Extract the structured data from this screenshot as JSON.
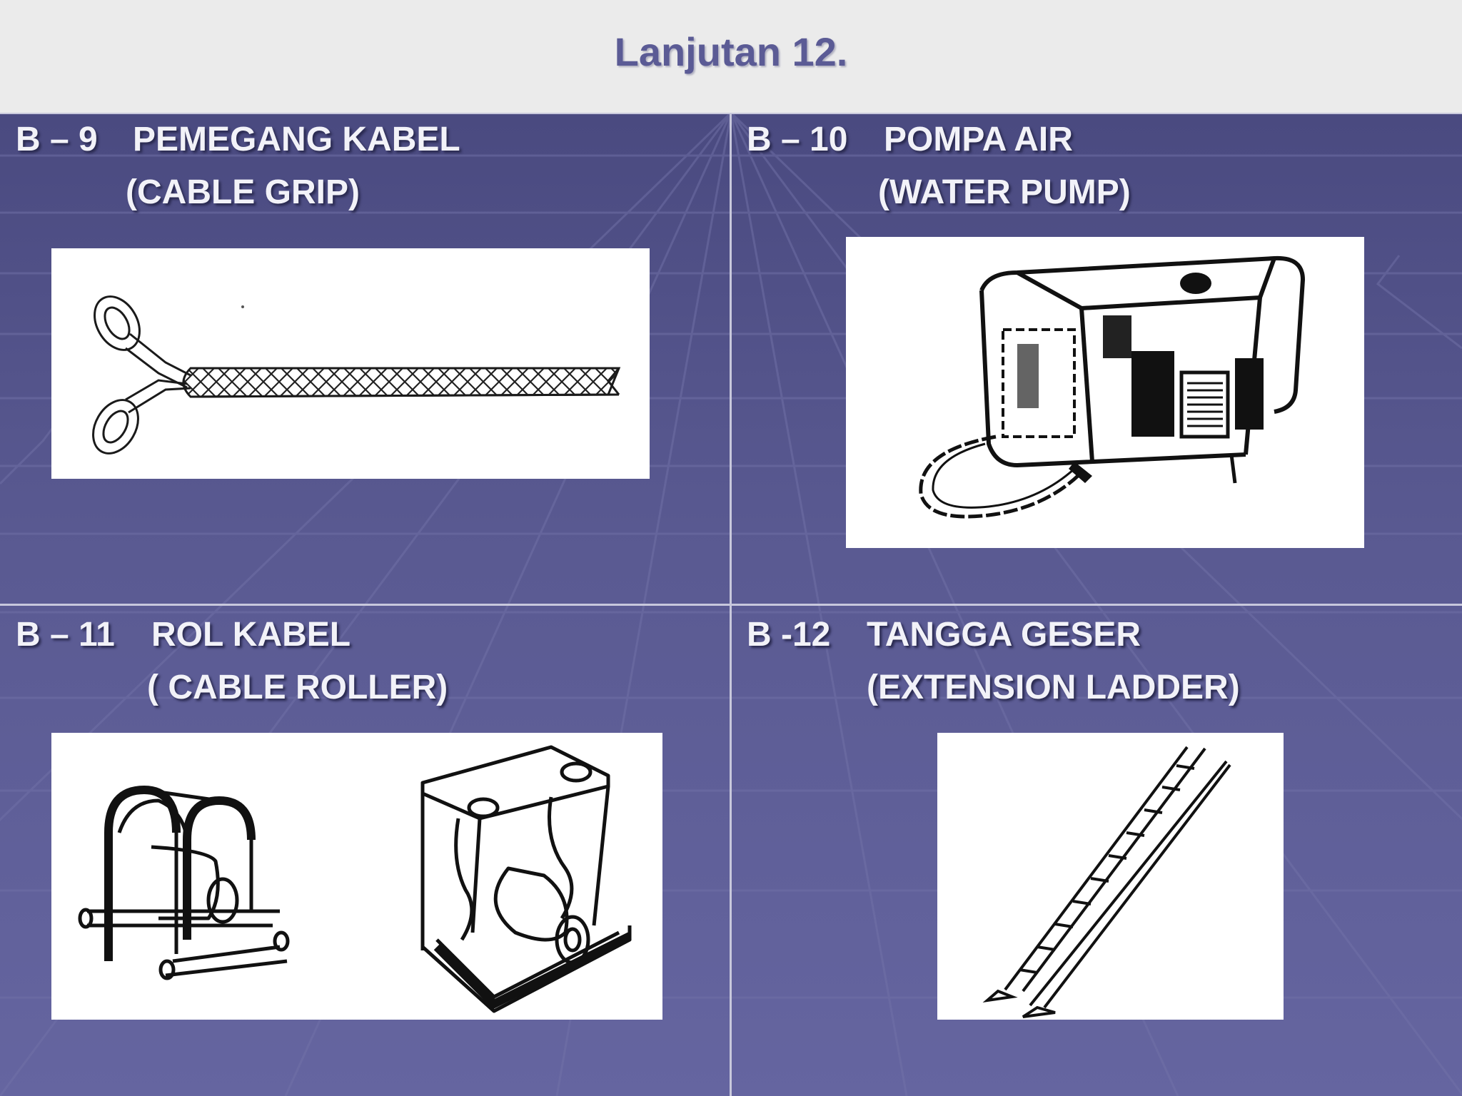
{
  "title": "Lanjutan 12.",
  "items": [
    {
      "code": "B – 9",
      "name": "PEMEGANG KABEL",
      "subtitle": "(CABLE GRIP)",
      "icon": "cable-grip-icon"
    },
    {
      "code": "B – 10",
      "name": "POMPA AIR",
      "subtitle": "(WATER PUMP)",
      "icon": "water-pump-icon"
    },
    {
      "code": "B – 11",
      "name": "ROL KABEL",
      "subtitle": "( CABLE ROLLER)",
      "icon": "cable-roller-icon"
    },
    {
      "code": "B -12",
      "name": "TANGGA GESER",
      "subtitle": "(EXTENSION LADDER)",
      "icon": "extension-ladder-icon"
    }
  ],
  "colors": {
    "header_bg": "#ebebeb",
    "title_text": "#5b5b95",
    "slide_bg": "#5a5a92",
    "label_text": "#f2f2f8"
  }
}
